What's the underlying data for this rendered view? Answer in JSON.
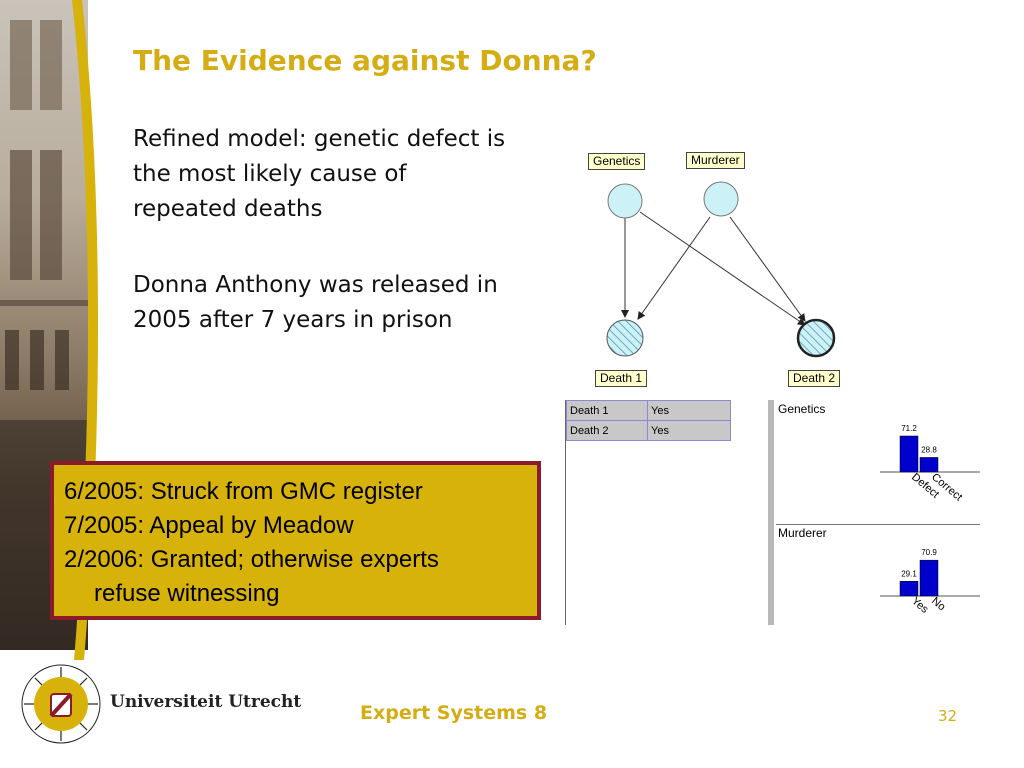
{
  "slide": {
    "title": "The Evidence against Donna?",
    "paragraphs": [
      "Refined model: genetic defect is the most likely cause of repeated deaths",
      "Donna Anthony was released in 2005 after 7 years in prison"
    ]
  },
  "timeline": {
    "lines": [
      "6/2005: Struck from GMC register",
      "7/2005: Appeal by Meadow",
      "2/2006: Granted; otherwise experts",
      "refuse witnessing"
    ]
  },
  "network": {
    "nodes": {
      "genetics": "Genetics",
      "murderer": "Murderer",
      "death1": "Death 1",
      "death2": "Death 2"
    }
  },
  "evidence": {
    "rows": [
      {
        "node": "Death 1",
        "value": "Yes"
      },
      {
        "node": "Death 2",
        "value": "Yes"
      }
    ]
  },
  "distributions": {
    "genetics": {
      "title": "Genetics",
      "bars": [
        {
          "label": "Defect",
          "value": 71.2,
          "value_label": "71.2"
        },
        {
          "label": "Correct",
          "value": 28.8,
          "value_label": "28.8"
        }
      ]
    },
    "murderer": {
      "title": "Murderer",
      "bars": [
        {
          "label": "Yes",
          "value": 29.1,
          "value_label": "29.1"
        },
        {
          "label": "No",
          "value": 70.9,
          "value_label": "70.9"
        }
      ]
    }
  },
  "footer": {
    "university": "Universiteit Utrecht",
    "course": "Expert Systems 8",
    "page": "32"
  },
  "colors": {
    "gold": "#d4ad14",
    "box_fill": "#d7b20a",
    "box_border": "#8b1a2a",
    "node_fill": "#ccf2f8",
    "bar_fill": "#0000cc"
  }
}
